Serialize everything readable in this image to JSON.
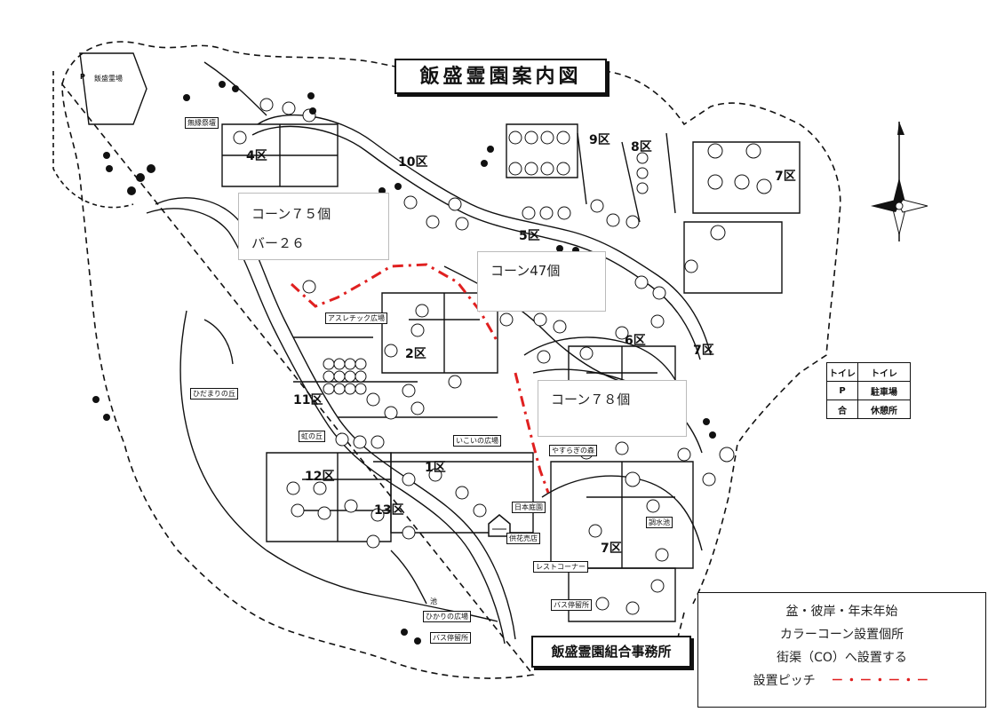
{
  "map": {
    "title": "飯盛霊園案内図",
    "office_label": "飯盛霊園組合事務所",
    "zones": [
      "1区",
      "2区",
      "4区",
      "5区",
      "6区",
      "7区",
      "7区",
      "7区",
      "8区",
      "9区",
      "10区",
      "11区",
      "12区",
      "13区"
    ],
    "places": {
      "hiroba_ath": "アスレチック広場",
      "hidamari": "ひだまりの丘",
      "niji": "虹の丘",
      "ikoi": "いこいの広場",
      "yasuragi": "やすらぎの森",
      "nihon_teien": "日本庭園",
      "kaka_baiten": "供花売店",
      "rest_corner": "レストコーナー",
      "bus_stop_1": "バス停留所",
      "bus_stop_2": "バス停留所",
      "hikari": "ひかりの広場",
      "chosuichi": "調水池",
      "ike": "池",
      "muen": "無縁祭壇",
      "hanmori_parking": "飯盛霊場",
      "toilet": "トイレ",
      "parking": "P"
    },
    "legend": {
      "rows": [
        {
          "key": "トイレ",
          "value": "トイレ"
        },
        {
          "key": "P",
          "value": "駐車場"
        },
        {
          "key": "合",
          "value": "休憩所"
        }
      ]
    },
    "colors": {
      "route": "#e02020",
      "ink": "#111111"
    }
  },
  "annotations": {
    "box1": {
      "line1": "コーン７５個",
      "line2": "バー２６"
    },
    "box2": {
      "line1": "コーン47個"
    },
    "box3": {
      "line1": "コーン７８個"
    }
  },
  "notice": {
    "line1": "盆・彼岸・年末年始",
    "line2": "カラーコーン設置個所",
    "line3": "街渠（CO）へ設置する",
    "line4_label": "設置ピッチ",
    "line4_pattern": "－・－・－・－"
  }
}
